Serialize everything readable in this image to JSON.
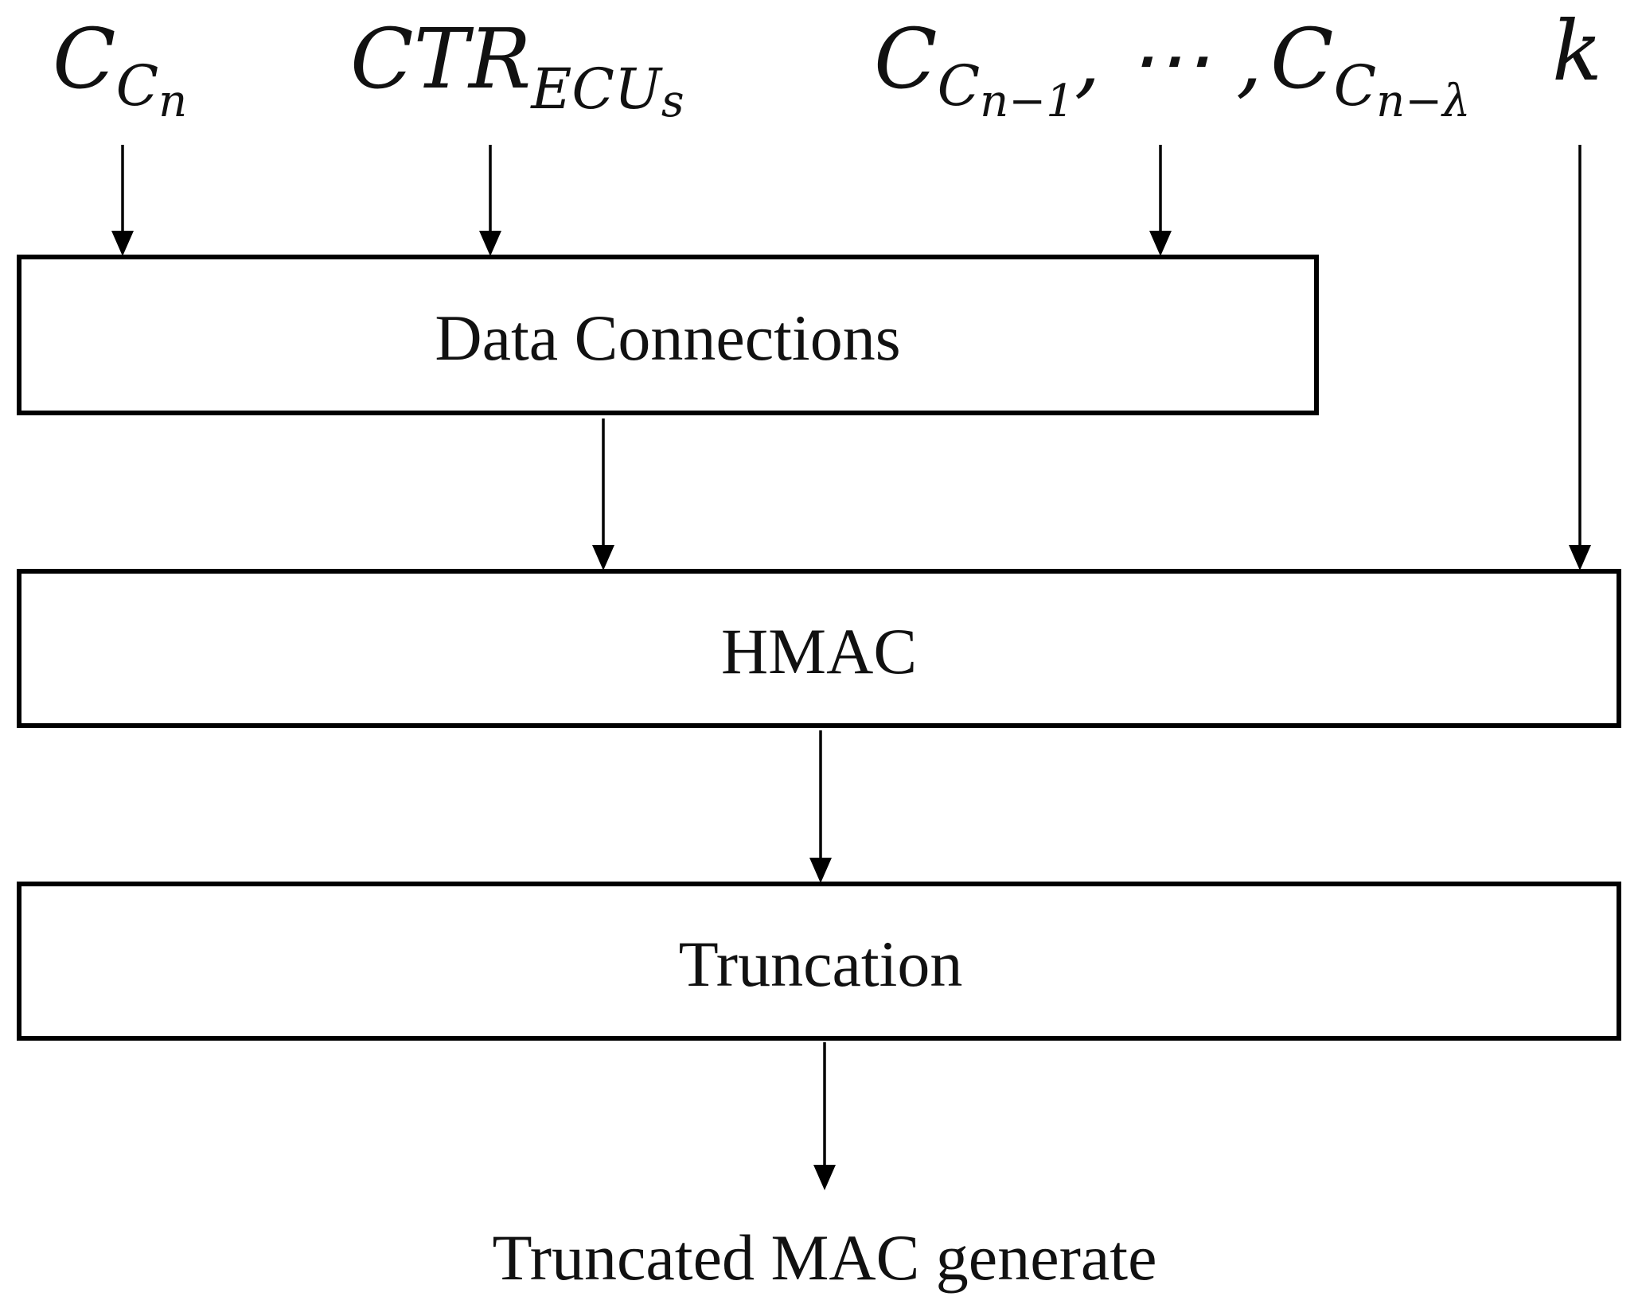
{
  "diagram": {
    "inputs": {
      "c_cn": {
        "base": "C",
        "sub": "C",
        "subsub": "n"
      },
      "ctr_ecus": {
        "base": "CTR",
        "sub": "ECU",
        "subsub": "s"
      },
      "c_prev": {
        "first_base": "C",
        "first_sub": "C",
        "first_subsub": "n−1",
        "separator": ", ⋯ ,",
        "last_base": "C",
        "last_sub": "C",
        "last_subsub": "n−λ"
      },
      "key": {
        "base": "k"
      }
    },
    "boxes": {
      "data_connections": "Data Connections",
      "hmac": "HMAC",
      "truncation": "Truncation"
    },
    "output": "Truncated MAC generate"
  }
}
